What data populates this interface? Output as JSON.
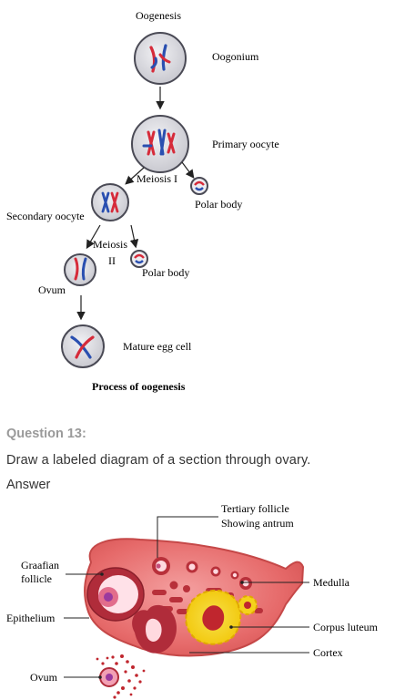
{
  "oogenesis": {
    "title": "Oogenesis",
    "labels": {
      "oogonium": "Oogonium",
      "primary_oocyte": "Primary oocyte",
      "meiosis_1": "Meiosis I",
      "polar_body_1": "Polar body",
      "secondary_oocyte": "Secondary oocyte",
      "meiosis_2_line1": "Meiosis",
      "meiosis_2_line2": "II",
      "polar_body_2": "Polar body",
      "ovum": "Ovum",
      "mature_egg_cell": "Mature egg cell"
    },
    "caption": "Process of oogenesis"
  },
  "question": {
    "heading": "Question 13:",
    "text": "Draw a labeled diagram of a section through ovary.",
    "answer_label": "Answer"
  },
  "ovary": {
    "labels": {
      "tertiary_follicle_line1": "Tertiary follicle",
      "tertiary_follicle_line2": "Showing antrum",
      "graafian_line1": "Graafian",
      "graafian_line2": "follicle",
      "medulla": "Medulla",
      "epithelium": "Epithelium",
      "corpus_luteum": "Corpus luteum",
      "cortex": "Cortex",
      "ovum": "Ovum"
    }
  },
  "colors": {
    "cell_fill": "#d9d9df",
    "cell_stroke": "#4a4a55",
    "chromosome_red": "#d62b3a",
    "chromosome_blue": "#2a4fb0",
    "ovary_fill": "#e66a6a",
    "ovary_dark": "#b8303a",
    "corpus_luteum": "#f4d21b",
    "heading_gray": "#9a9a9a"
  }
}
